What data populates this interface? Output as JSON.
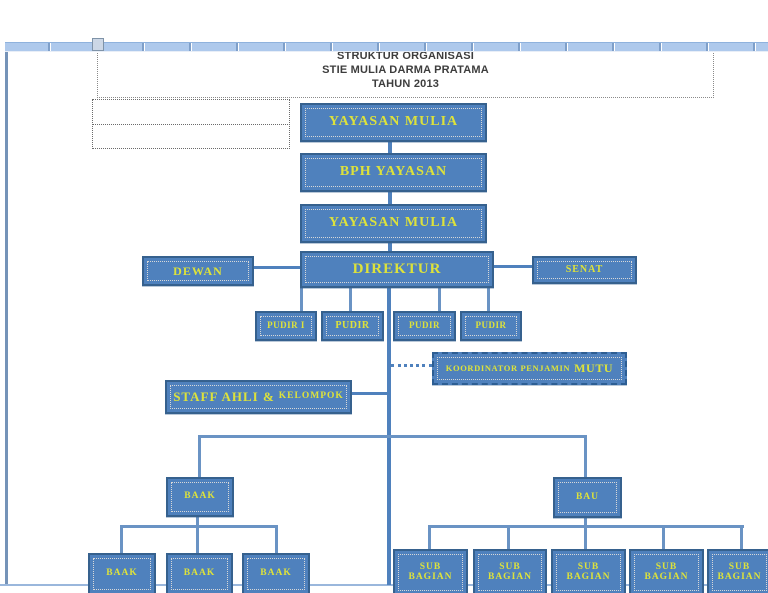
{
  "title_block": {
    "line1": "STRUKTUR ORGANISASI",
    "line2": "STIE MULIA DARMA PRATAMA",
    "line3": "TAHUN 2013"
  },
  "org_chart": {
    "nodes": {
      "yayasan_top": "YAYASAN MULIA",
      "bph_yayasan": "BPH YAYASAN",
      "yayasan_mid": "YAYASAN MULIA",
      "direktur": "DIREKTUR",
      "dewan": "DEWAN",
      "senat": "SENAT",
      "pudir_1": "PUDIR I",
      "pudir_2": "PUDIR",
      "pudir_3": "PUDIR",
      "pudir_4": "PUDIR",
      "koordinator_prefix": "KOORDINATOR PENJAMIN",
      "koordinator_emphasis": "MUTU",
      "staff_main": "STAFF AHLI &",
      "staff_suffix": "KELOMPOK",
      "baak": "BAAK",
      "baak_child_1": "BAAK",
      "baak_child_2": "BAAK",
      "baak_child_3": "BAAK",
      "bau": "BAU",
      "sub_bagian_line1": "SUB",
      "sub_bagian_line2": "BAGIAN"
    },
    "colors": {
      "box_fill": "#4f81bd",
      "box_border": "#36618e",
      "label_text": "#dde23b",
      "connector": "#4f81bd",
      "ruler_fill": "#aec9ec"
    }
  }
}
